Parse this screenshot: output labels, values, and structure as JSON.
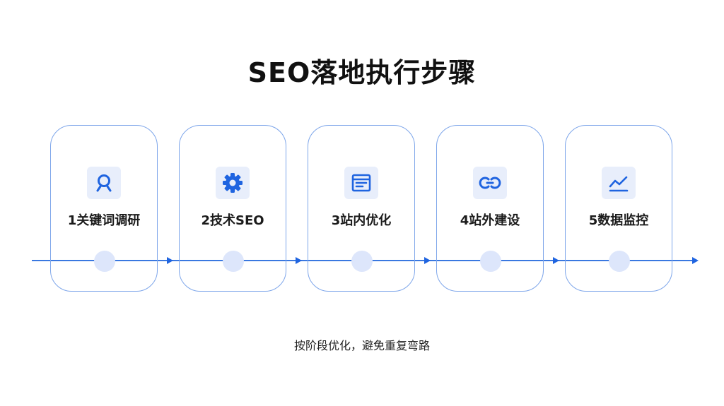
{
  "title": "SEO落地执行步骤",
  "subtitle": "按阶段优化，避免重复弯路",
  "colors": {
    "accent": "#1f64e0",
    "card_border": "#7ea6ea",
    "icon_bg": "#e8eefb",
    "node": "#dde6fb"
  },
  "steps": [
    {
      "label": "1关键词调研",
      "icon": "search-person-icon"
    },
    {
      "label": "2技术SEO",
      "icon": "gear-icon"
    },
    {
      "label": "3站内优化",
      "icon": "web-page-icon"
    },
    {
      "label": "4站外建设",
      "icon": "link-icon"
    },
    {
      "label": "5数据监控",
      "icon": "trend-chart-icon"
    }
  ]
}
